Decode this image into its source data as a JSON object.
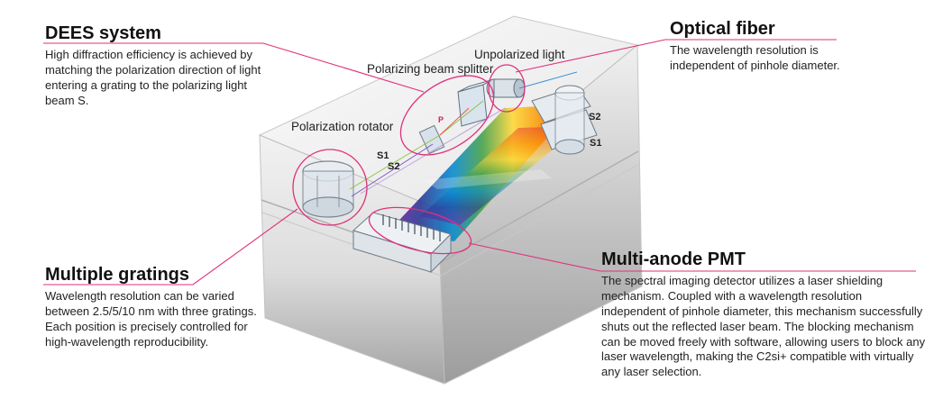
{
  "callouts": {
    "dees": {
      "title": "DEES system",
      "text": "High diffraction efficiency is achieved by matching the polarization direction of light entering a grating to the polarizing light beam S."
    },
    "fiber": {
      "title": "Optical fiber",
      "text": "The wavelength resolution is independent of pinhole diameter."
    },
    "gratings": {
      "title": "Multiple gratings",
      "text": "Wavelength resolution can be varied between 2.5/5/10 nm with three gratings. Each position is precisely controlled for high-wavelength reproducibility."
    },
    "pmt": {
      "title": "Multi-anode PMT",
      "text": "The spectral imaging detector utilizes a laser shielding mechanism. Coupled with a wavelength resolution independent of pinhole diameter, this mechanism successfully shuts out the reflected laser beam. The blocking mechanism can be moved freely with software, allowing users to block any laser wavelength, making the C2si+ compatible with virtually any laser selection."
    }
  },
  "labels": {
    "unpolarized": "Unpolarized light",
    "splitter": "Polarizing beam splitter",
    "rotator": "Polarization rotator",
    "s1_left": "S1",
    "s2_left": "S2",
    "s2_right": "S2",
    "s1_right": "S1",
    "p": "P"
  },
  "colors": {
    "accent_line": "#e0307a",
    "heading": "#111111"
  }
}
